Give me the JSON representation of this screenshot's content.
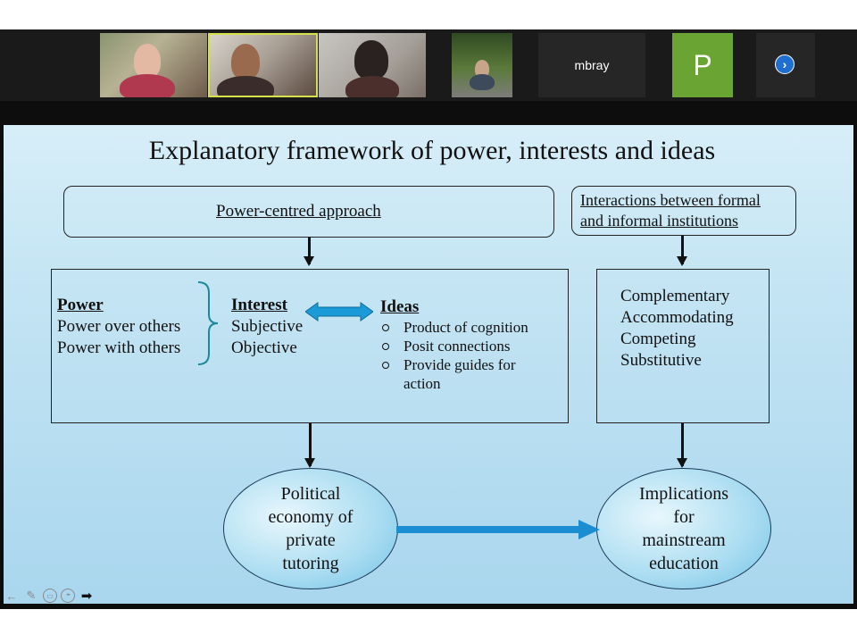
{
  "gallery": {
    "participants": [
      {
        "kind": "video"
      },
      {
        "kind": "video",
        "active_speaker": true
      },
      {
        "kind": "video"
      },
      {
        "kind": "video"
      },
      {
        "kind": "name",
        "name": "mbray"
      },
      {
        "kind": "initial",
        "initial": "P",
        "color": "#6aa533"
      }
    ],
    "next_page_icon": "chevron-right-icon",
    "next_symbol": "›"
  },
  "slide": {
    "title": "Explanatory framework of power, interests and ideas",
    "power_centred": "Power-centred approach",
    "interactions_line1": "Interactions between formal",
    "interactions_line2": "and informal institutions",
    "power": {
      "heading": "Power",
      "items": [
        "Power over others",
        "Power with others"
      ]
    },
    "interest": {
      "heading": "Interest",
      "items": [
        "Subjective",
        "Objective"
      ]
    },
    "ideas": {
      "heading": "Ideas",
      "items": [
        "Product of cognition",
        "Posit connections",
        "Provide guides for action"
      ]
    },
    "institutions": [
      "Complementary",
      "Accommodating",
      "Competing",
      "Substitutive"
    ],
    "political_economy": [
      "Political",
      "economy of",
      "private",
      "tutoring"
    ],
    "implications": [
      "Implications",
      "for",
      "mainstream",
      "education"
    ],
    "accent_color": "#1a9ad6"
  },
  "toolbar": {
    "items": [
      {
        "icon": "arrow-left-icon",
        "symbol": "←"
      },
      {
        "icon": "pen-icon",
        "symbol": "✎"
      },
      {
        "icon": "captions-icon",
        "symbol": "▭"
      },
      {
        "icon": "more-icon",
        "symbol": "•••"
      },
      {
        "icon": "arrow-right-icon",
        "symbol": "➡"
      }
    ]
  }
}
